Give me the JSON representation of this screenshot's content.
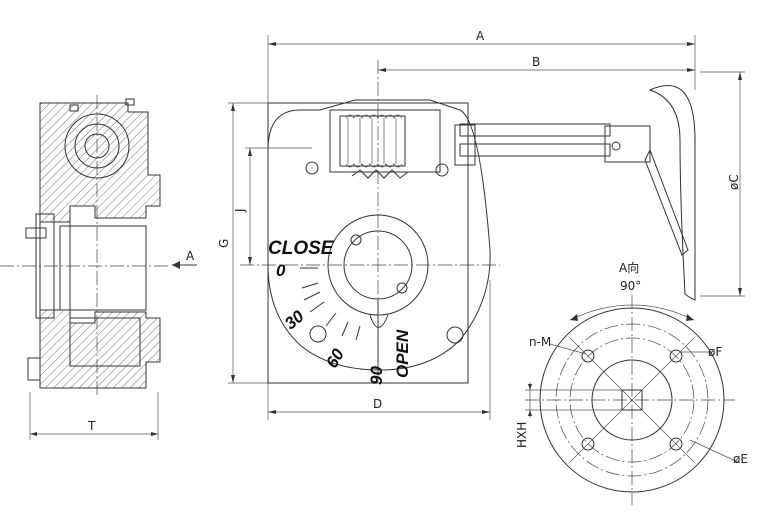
{
  "dimensions": {
    "A": "A",
    "B": "B",
    "C": "øC",
    "G": "G",
    "J": "J",
    "D": "D",
    "T": "T",
    "HXH": "HXH",
    "nM": "n-M",
    "F": "øF",
    "E": "øE"
  },
  "side_view": {
    "arrow_label": "A"
  },
  "dial": {
    "close": "CLOSE",
    "open": "OPEN",
    "marks": [
      "0",
      "30",
      "60",
      "90"
    ]
  },
  "flange_view": {
    "title": "A向",
    "angle": "90°"
  }
}
